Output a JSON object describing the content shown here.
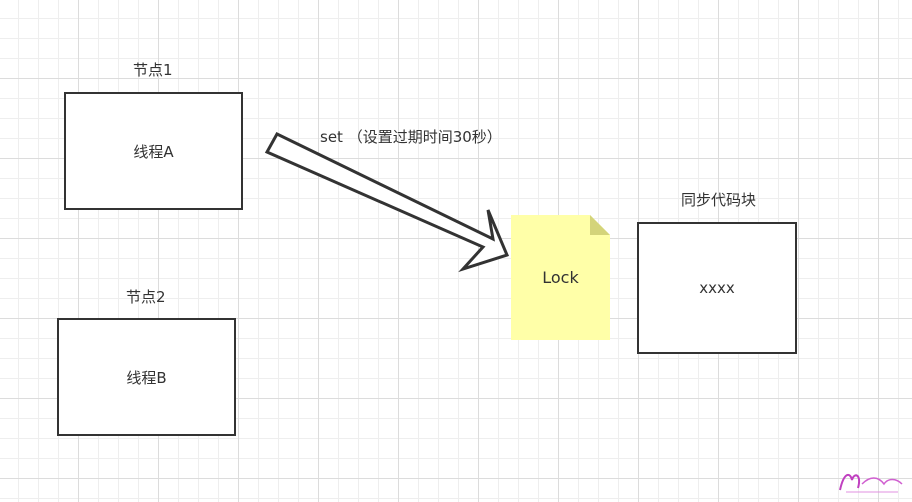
{
  "nodes": {
    "node1": {
      "title": "节点1",
      "thread": "线程A"
    },
    "node2": {
      "title": "节点2",
      "thread": "线程B"
    }
  },
  "arrow": {
    "label": "set （设置过期时间30秒）"
  },
  "lock": {
    "label": "Lock",
    "color": "#ffffa8",
    "fold_color": "#d4d47a"
  },
  "sync_block": {
    "title": "同步代码块",
    "content": "xxxx"
  },
  "colors": {
    "stroke": "#333333",
    "grid_major": "#dcdcdc",
    "grid_minor": "#eeeeee"
  },
  "watermark": {
    "icon": "logo-watermark"
  }
}
